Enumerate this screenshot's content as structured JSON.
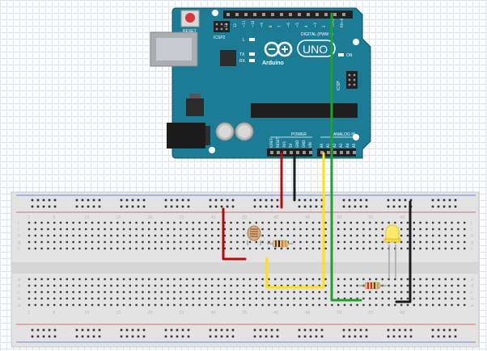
{
  "board": {
    "name": "UNO",
    "brand": "Arduino",
    "reset_label": "RESET",
    "icsp_left": "ICSP2",
    "icsp_right": "ICSP",
    "digital_label": "DIGITAL (PWM ~)",
    "power_label": "POWER",
    "analog_label": "ANALOG IN",
    "on_label": "ON",
    "led_l": "L",
    "led_tx": "TX",
    "led_rx": "RX",
    "aref": "AREF",
    "gnd": "GND",
    "digital_pins": [
      "13",
      "12",
      "~11",
      "~10",
      "~9",
      "8",
      "7",
      "~6",
      "~5",
      "4",
      "~3",
      "2",
      "TX→1",
      "RX←0"
    ],
    "power_pins": [
      "IOREF",
      "RESET",
      "3V3",
      "5V",
      "GND",
      "GND",
      "VIN"
    ],
    "analog_pins": [
      "A0",
      "A1",
      "A2",
      "A3",
      "A4",
      "A5"
    ]
  },
  "breadboard": {
    "row_letters": [
      "j",
      "i",
      "h",
      "g",
      "f",
      "e",
      "d",
      "c",
      "b",
      "a"
    ],
    "column_numbers": [
      "1",
      "5",
      "10",
      "15",
      "20",
      "25",
      "30",
      "35",
      "40",
      "45",
      "50",
      "55",
      "60"
    ]
  },
  "colors": {
    "board": "#1c7c95",
    "wire_red": "#b30c0c",
    "wire_black": "#1a1a1a",
    "wire_yellow": "#ffe20a",
    "wire_green": "#1fa12f",
    "led_yellow": "#ffe86a"
  }
}
